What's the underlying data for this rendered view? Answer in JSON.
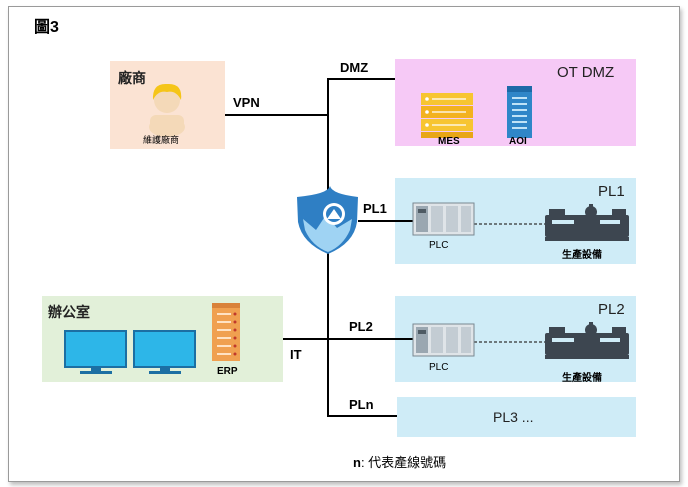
{
  "figure": {
    "title": "圖3"
  },
  "vendor": {
    "title": "廠商",
    "person_label": "維護廠商"
  },
  "office": {
    "title": "辦公室",
    "server_label": "ERP"
  },
  "dmz": {
    "title": "OT DMZ",
    "mes_label": "MES",
    "aoi_label": "AOI"
  },
  "pl1": {
    "title": "PL1",
    "plc_label": "PLC",
    "equip_label": "生產設備"
  },
  "pl2": {
    "title": "PL2",
    "plc_label": "PLC",
    "equip_label": "生產設備"
  },
  "pl3": {
    "title": "PL3 ..."
  },
  "links": {
    "vpn": "VPN",
    "dmz": "DMZ",
    "it": "IT",
    "pl1": "PL1",
    "pl2": "PL2",
    "pln": "PLn"
  },
  "footer": {
    "key": "n",
    "text": ": 代表產線號碼"
  },
  "colors": {
    "vendor_bg": "#fbe3d3",
    "office_bg": "#e2f0d9",
    "dmz_bg": "#f6c9f6",
    "pl_bg": "#cfecf7",
    "shield": "#2f7fc4"
  }
}
